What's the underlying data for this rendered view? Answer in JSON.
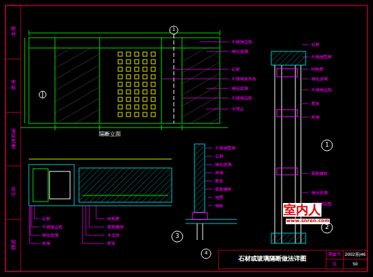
{
  "diagram": {
    "title": "石材或玻璃隔断做法详图",
    "labels": [
      "隔断立面",
      "1",
      "不锈钢边框",
      "钢化玻璃",
      "石材",
      "不锈钢装饰条",
      "钢化玻璃",
      "不锈钢边框",
      "大理石",
      "石材",
      "不锈钢型材",
      "结构胶",
      "钢化玻璃",
      "不锈钢边框",
      "胶条",
      "角钢",
      "膨胀螺栓",
      "钢化玻璃",
      "不锈钢边框",
      "1",
      "2",
      "石材",
      "不锈钢边框",
      "钢化玻璃",
      "角钢",
      "结构胶",
      "膨胀螺栓",
      "木龙骨",
      "胶条",
      "3",
      "不锈钢型材",
      "石材",
      "钢化玻璃",
      "角钢",
      "胶条",
      "膨胀螺栓",
      "地面",
      "钢板",
      "4",
      "校对",
      "审核",
      "项目负责",
      "设计",
      "制图",
      "图集号",
      "2002苏J46",
      "页",
      "50",
      "室内人",
      "www.snren.com"
    ]
  }
}
